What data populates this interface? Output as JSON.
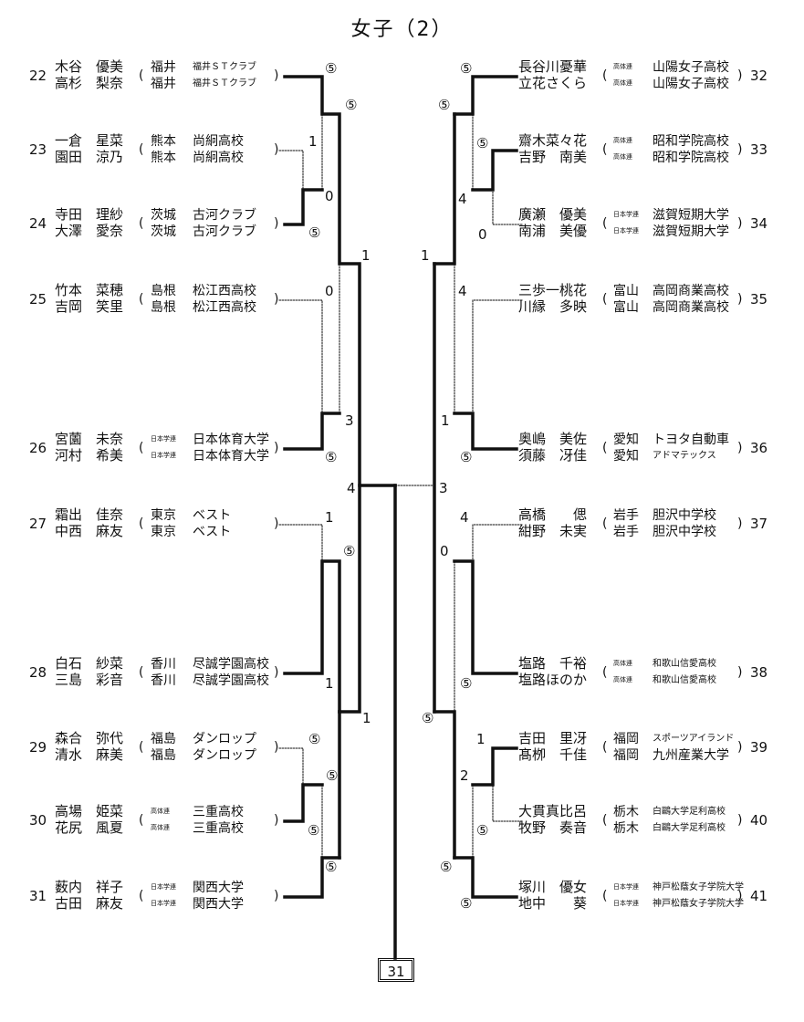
{
  "title": "女子（2）",
  "champion_box": "31",
  "left_entries": [
    {
      "no": "22",
      "players": [
        {
          "name": "木谷　優美",
          "pref": "福井",
          "club": "福井ＳＴクラブ",
          "pref_small": false,
          "club_small": true
        },
        {
          "name": "高杉　梨奈",
          "pref": "福井",
          "club": "福井ＳＴクラブ",
          "pref_small": false,
          "club_small": true
        }
      ]
    },
    {
      "no": "23",
      "players": [
        {
          "name": "一倉　星菜",
          "pref": "熊本",
          "club": "尚絅高校",
          "pref_small": false,
          "club_small": false
        },
        {
          "name": "園田　涼乃",
          "pref": "熊本",
          "club": "尚絅高校",
          "pref_small": false,
          "club_small": false
        }
      ]
    },
    {
      "no": "24",
      "players": [
        {
          "name": "寺田　理紗",
          "pref": "茨城",
          "club": "古河クラブ",
          "pref_small": false,
          "club_small": false
        },
        {
          "name": "大澤　愛奈",
          "pref": "茨城",
          "club": "古河クラブ",
          "pref_small": false,
          "club_small": false
        }
      ]
    },
    {
      "no": "25",
      "players": [
        {
          "name": "竹本　菜穂",
          "pref": "島根",
          "club": "松江西高校",
          "pref_small": false,
          "club_small": false
        },
        {
          "name": "吉岡　笑里",
          "pref": "島根",
          "club": "松江西高校",
          "pref_small": false,
          "club_small": false
        }
      ]
    },
    {
      "no": "26",
      "players": [
        {
          "name": "宮薗　未奈",
          "pref": "日本学連",
          "club": "日本体育大学",
          "pref_small": true,
          "club_small": false
        },
        {
          "name": "河村　希美",
          "pref": "日本学連",
          "club": "日本体育大学",
          "pref_small": true,
          "club_small": false
        }
      ]
    },
    {
      "no": "27",
      "players": [
        {
          "name": "霜出　佳奈",
          "pref": "東京",
          "club": "ベスト",
          "pref_small": false,
          "club_small": false
        },
        {
          "name": "中西　麻友",
          "pref": "東京",
          "club": "ベスト",
          "pref_small": false,
          "club_small": false
        }
      ]
    },
    {
      "no": "28",
      "players": [
        {
          "name": "白石　紗菜",
          "pref": "香川",
          "club": "尽誠学園高校",
          "pref_small": false,
          "club_small": false
        },
        {
          "name": "三島　彩音",
          "pref": "香川",
          "club": "尽誠学園高校",
          "pref_small": false,
          "club_small": false
        }
      ]
    },
    {
      "no": "29",
      "players": [
        {
          "name": "森合　弥代",
          "pref": "福島",
          "club": "ダンロップ",
          "pref_small": false,
          "club_small": false
        },
        {
          "name": "清水　麻美",
          "pref": "福島",
          "club": "ダンロップ",
          "pref_small": false,
          "club_small": false
        }
      ]
    },
    {
      "no": "30",
      "players": [
        {
          "name": "高場　姫菜",
          "pref": "高体連",
          "club": "三重高校",
          "pref_small": true,
          "club_small": false
        },
        {
          "name": "花尻　風夏",
          "pref": "高体連",
          "club": "三重高校",
          "pref_small": true,
          "club_small": false
        }
      ]
    },
    {
      "no": "31",
      "players": [
        {
          "name": "薮内　祥子",
          "pref": "日本学連",
          "club": "関西大学",
          "pref_small": true,
          "club_small": false
        },
        {
          "name": "古田　麻友",
          "pref": "日本学連",
          "club": "関西大学",
          "pref_small": true,
          "club_small": false
        }
      ]
    }
  ],
  "right_entries": [
    {
      "no": "32",
      "players": [
        {
          "name": "長谷川憂華",
          "pref": "高体連",
          "club": "山陽女子高校",
          "pref_small": true,
          "club_small": false
        },
        {
          "name": "立花さくら",
          "pref": "高体連",
          "club": "山陽女子高校",
          "pref_small": true,
          "club_small": false
        }
      ]
    },
    {
      "no": "33",
      "players": [
        {
          "name": "齋木菜々花",
          "pref": "高体連",
          "club": "昭和学院高校",
          "pref_small": true,
          "club_small": false
        },
        {
          "name": "吉野　南美",
          "pref": "高体連",
          "club": "昭和学院高校",
          "pref_small": true,
          "club_small": false
        }
      ]
    },
    {
      "no": "34",
      "players": [
        {
          "name": "廣瀬　優美",
          "pref": "日本学連",
          "club": "滋賀短期大学",
          "pref_small": true,
          "club_small": false
        },
        {
          "name": "南浦　美優",
          "pref": "日本学連",
          "club": "滋賀短期大学",
          "pref_small": true,
          "club_small": false
        }
      ]
    },
    {
      "no": "35",
      "players": [
        {
          "name": "三歩一桃花",
          "pref": "富山",
          "club": "高岡商業高校",
          "pref_small": false,
          "club_small": false
        },
        {
          "name": "川縁　多映",
          "pref": "富山",
          "club": "高岡商業高校",
          "pref_small": false,
          "club_small": false
        }
      ]
    },
    {
      "no": "36",
      "players": [
        {
          "name": "奥嶋　美佐",
          "pref": "愛知",
          "club": "トヨタ自動車",
          "pref_small": false,
          "club_small": false
        },
        {
          "name": "須藤　冴佳",
          "pref": "愛知",
          "club": "アドマテックス",
          "pref_small": false,
          "club_small": true
        }
      ]
    },
    {
      "no": "37",
      "players": [
        {
          "name": "高橋　　偲",
          "pref": "岩手",
          "club": "胆沢中学校",
          "pref_small": false,
          "club_small": false
        },
        {
          "name": "紺野　未実",
          "pref": "岩手",
          "club": "胆沢中学校",
          "pref_small": false,
          "club_small": false
        }
      ]
    },
    {
      "no": "38",
      "players": [
        {
          "name": "塩路　千裕",
          "pref": "高体連",
          "club": "和歌山信愛高校",
          "pref_small": true,
          "club_small": true
        },
        {
          "name": "塩路ほのか",
          "pref": "高体連",
          "club": "和歌山信愛高校",
          "pref_small": true,
          "club_small": true
        }
      ]
    },
    {
      "no": "39",
      "players": [
        {
          "name": "吉田　里冴",
          "pref": "福岡",
          "club": "スポーツアイランド",
          "pref_small": false,
          "club_small": true
        },
        {
          "name": "髙栁　千佳",
          "pref": "福岡",
          "club": "九州産業大学",
          "pref_small": false,
          "club_small": false
        }
      ]
    },
    {
      "no": "40",
      "players": [
        {
          "name": "大貫真比呂",
          "pref": "栃木",
          "club": "白鷗大学足利高校",
          "pref_small": false,
          "club_small": true
        },
        {
          "name": "牧野　奏音",
          "pref": "栃木",
          "club": "白鷗大学足利高校",
          "pref_small": false,
          "club_small": true
        }
      ]
    },
    {
      "no": "41",
      "players": [
        {
          "name": "塚川　優女",
          "pref": "日本学連",
          "club": "神戸松蔭女子学院大学",
          "pref_small": true,
          "club_small": true
        },
        {
          "name": "地中　　葵",
          "pref": "日本学連",
          "club": "神戸松蔭女子学院大学",
          "pref_small": true,
          "club_small": true
        }
      ]
    }
  ],
  "scores": {
    "left": [
      "⑤",
      "⑤",
      "1",
      "0",
      "⑤",
      "1",
      "0",
      "3",
      "⑤",
      "4",
      "1",
      "⑤",
      "1",
      "1",
      "⑤",
      "⑤",
      "⑤",
      "⑤"
    ],
    "right": [
      "⑤",
      "⑤",
      "⑤",
      "4",
      "0",
      "1",
      "4",
      "1",
      "⑤",
      "3",
      "4",
      "0",
      "⑤",
      "⑤",
      "1",
      "2",
      "⑤",
      "⑤",
      "⑤"
    ]
  }
}
